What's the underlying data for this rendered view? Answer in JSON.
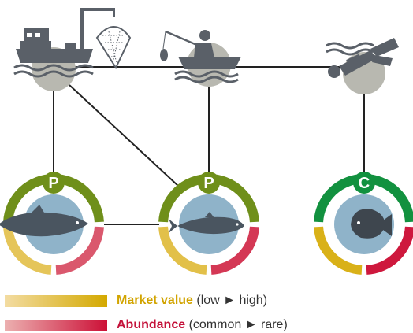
{
  "colors": {
    "predator_ring": "#6f8f1a",
    "competitor_ring": "#12913f",
    "water_disc": "#8fb3c9",
    "anchor_disc": "#b8b8b0",
    "icon_gray": "#5a6068",
    "line": "#222222",
    "market_light": "#f3dca2",
    "market_dark": "#d4a900",
    "abundance_light": "#ecb0b0",
    "abundance_dark": "#cc1037",
    "market_text": "#d2a400",
    "abundance_text": "#c4123a"
  },
  "actors": [
    {
      "name": "commercial fishing boat",
      "icon": "trawler-with-net-icon"
    },
    {
      "name": "recreational angler",
      "icon": "angler-in-boat-icon"
    },
    {
      "name": "scuba diver",
      "icon": "diver-icon"
    }
  ],
  "species": [
    {
      "letter": "P",
      "icon": "tuna-icon",
      "market_value": 0.45,
      "abundance": 0.55
    },
    {
      "letter": "P",
      "icon": "sardine-icon",
      "market_value": 0.55,
      "abundance": 0.75
    },
    {
      "letter": "C",
      "icon": "reef-fish-icon",
      "market_value": 0.85,
      "abundance": 0.95
    }
  ],
  "legend": [
    {
      "label": "Market value",
      "range": "(low ► high)"
    },
    {
      "label": "Abundance",
      "range": "(common ► rare)"
    }
  ]
}
